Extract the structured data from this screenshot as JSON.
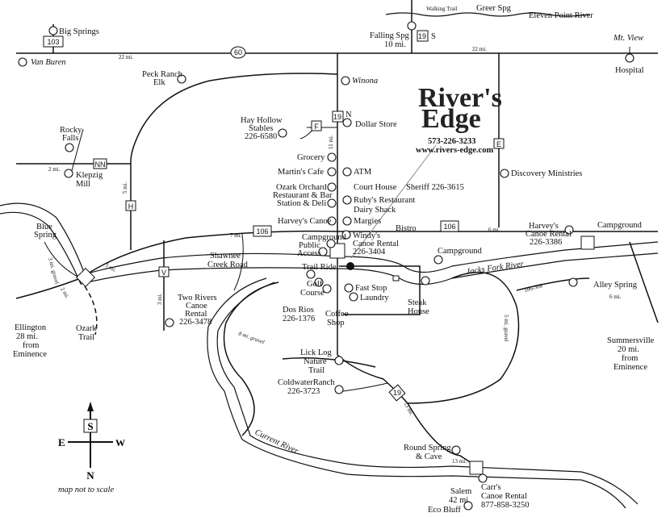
{
  "top": {
    "walking_trail": "Walking Trail",
    "greer_spg": "Greer Spg",
    "eleven_point": "Eleven Point River",
    "falling_spg": "Falling Spg",
    "falling_dist": "10 mi.",
    "rt19s": "19",
    "rt19s_dir": "S",
    "mt_view": "Mt. View",
    "hospital": "Hospital",
    "big_springs": "Big Springs",
    "rt103": "103",
    "van_buren": "Van Buren",
    "dist_22a": "22 mi.",
    "dist_22b": "22 mi.",
    "us60": "60"
  },
  "north": {
    "peck1": "Peck Ranch",
    "peck2": "Elk",
    "winona": "Winona",
    "hay1": "Hay Hollow",
    "hay2": "Stables",
    "hay3": "226-6580",
    "rtF": "F",
    "rt19n": "19",
    "rt19n_dir": "N",
    "dollar": "Dollar Store",
    "dist_11": "11 mi.",
    "rtE": "E",
    "discovery": "Discovery Ministries",
    "rocky1": "Rocky",
    "rocky2": "Falls",
    "rtNN": "NN",
    "dist_2": "2 mi.",
    "klepzig1": "Klepzig",
    "klepzig2": "Mill",
    "dist_5": "5 mi.",
    "rtH": "H"
  },
  "logo": {
    "name1": "River's",
    "name2": "Edge",
    "phone": "573-226-3233",
    "url": "www.rivers-edge.com"
  },
  "town": {
    "grocery": "Grocery",
    "martins": "Martin's Cafe",
    "atm": "ATM",
    "court": "Court House",
    "sheriff": "Sheriff 226-3615",
    "ozark1": "Ozark Orchard",
    "ozark2": "Restaurant & Bar",
    "station": "Station & Deli",
    "rubys": "Ruby's Restaurant",
    "dairy": "Dairy Shack",
    "harveys_canoe": "Harvey's Canoe",
    "margies": "Margies",
    "campground1": "Campground",
    "public1": "Public",
    "public2": "Access",
    "windys1": "Windy's",
    "windys2": "Canoe Rental",
    "windys3": "226-3404",
    "bistro": "Bistro",
    "campground2": "Campground",
    "trail_ride": "Trail Ride",
    "golf1": "Golf",
    "golf2": "Course",
    "fast_stop": "Fast Stop",
    "laundry": "Laundry",
    "steak1": "Steak",
    "steak2": "House",
    "dos_rios1": "Dos Rios",
    "dos_rios2": "226-1376",
    "coffee1": "Coffee",
    "coffee2": "Shop"
  },
  "mid": {
    "rt106a": "106",
    "rt106b": "106",
    "dist_7": "7 mi.",
    "dist_6": "6 mi.",
    "blue1": "Blue",
    "blue2": "Spring",
    "harvey2_1": "Harvey's",
    "harvey2_2": "Canoe Rental",
    "harvey2_3": "226-3386",
    "campground3": "Campground",
    "jacks_fork": "Jacks Fork River",
    "rt106_308": "106-308",
    "alley": "Alley Spring",
    "alley_dist": "6 mi.",
    "shawnee1": "Shawnee",
    "shawnee2": "Creek Road",
    "rtV": "V",
    "dist_3": "3 mi.",
    "two1": "Two Rivers",
    "two2": "Canoe",
    "two3": "Rental",
    "two4": "226-3478",
    "gravel5": "5 mi. gravel",
    "summer1": "Summersville",
    "summer2": "20 mi.",
    "summer3": "from",
    "summer4": "Eminence",
    "ell1": "Ellington",
    "ell2": "28 mi.",
    "ell3": "from",
    "ell4": "Eminence",
    "ozark_trail1": "Ozark",
    "ozark_trail2": "Trail",
    "gravel3": "3 mi. gravel",
    "dist_2w": "2 mi.",
    "dist_5w": "5 mi."
  },
  "south": {
    "gravel8": "8 mi. gravel",
    "lick1": "Lick Log",
    "lick2": "Nature",
    "lick3": "Trail",
    "cold1": "ColdwaterRanch",
    "cold2": "226-3723",
    "rt19": "19",
    "dist_13": "13 mi.",
    "current": "Current River",
    "round1": "Round Spring",
    "round2": "& Cave",
    "round_dist": "13 mi.",
    "salem1": "Salem",
    "salem2": "42 mi.",
    "eco": "Eco Bluff",
    "carrs1": "Carr's",
    "carrs2": "Canoe Rental",
    "carrs3": "877-858-3250"
  },
  "compass": {
    "s": "S",
    "e": "E",
    "w": "W",
    "n": "N"
  },
  "note": "map not to scale"
}
